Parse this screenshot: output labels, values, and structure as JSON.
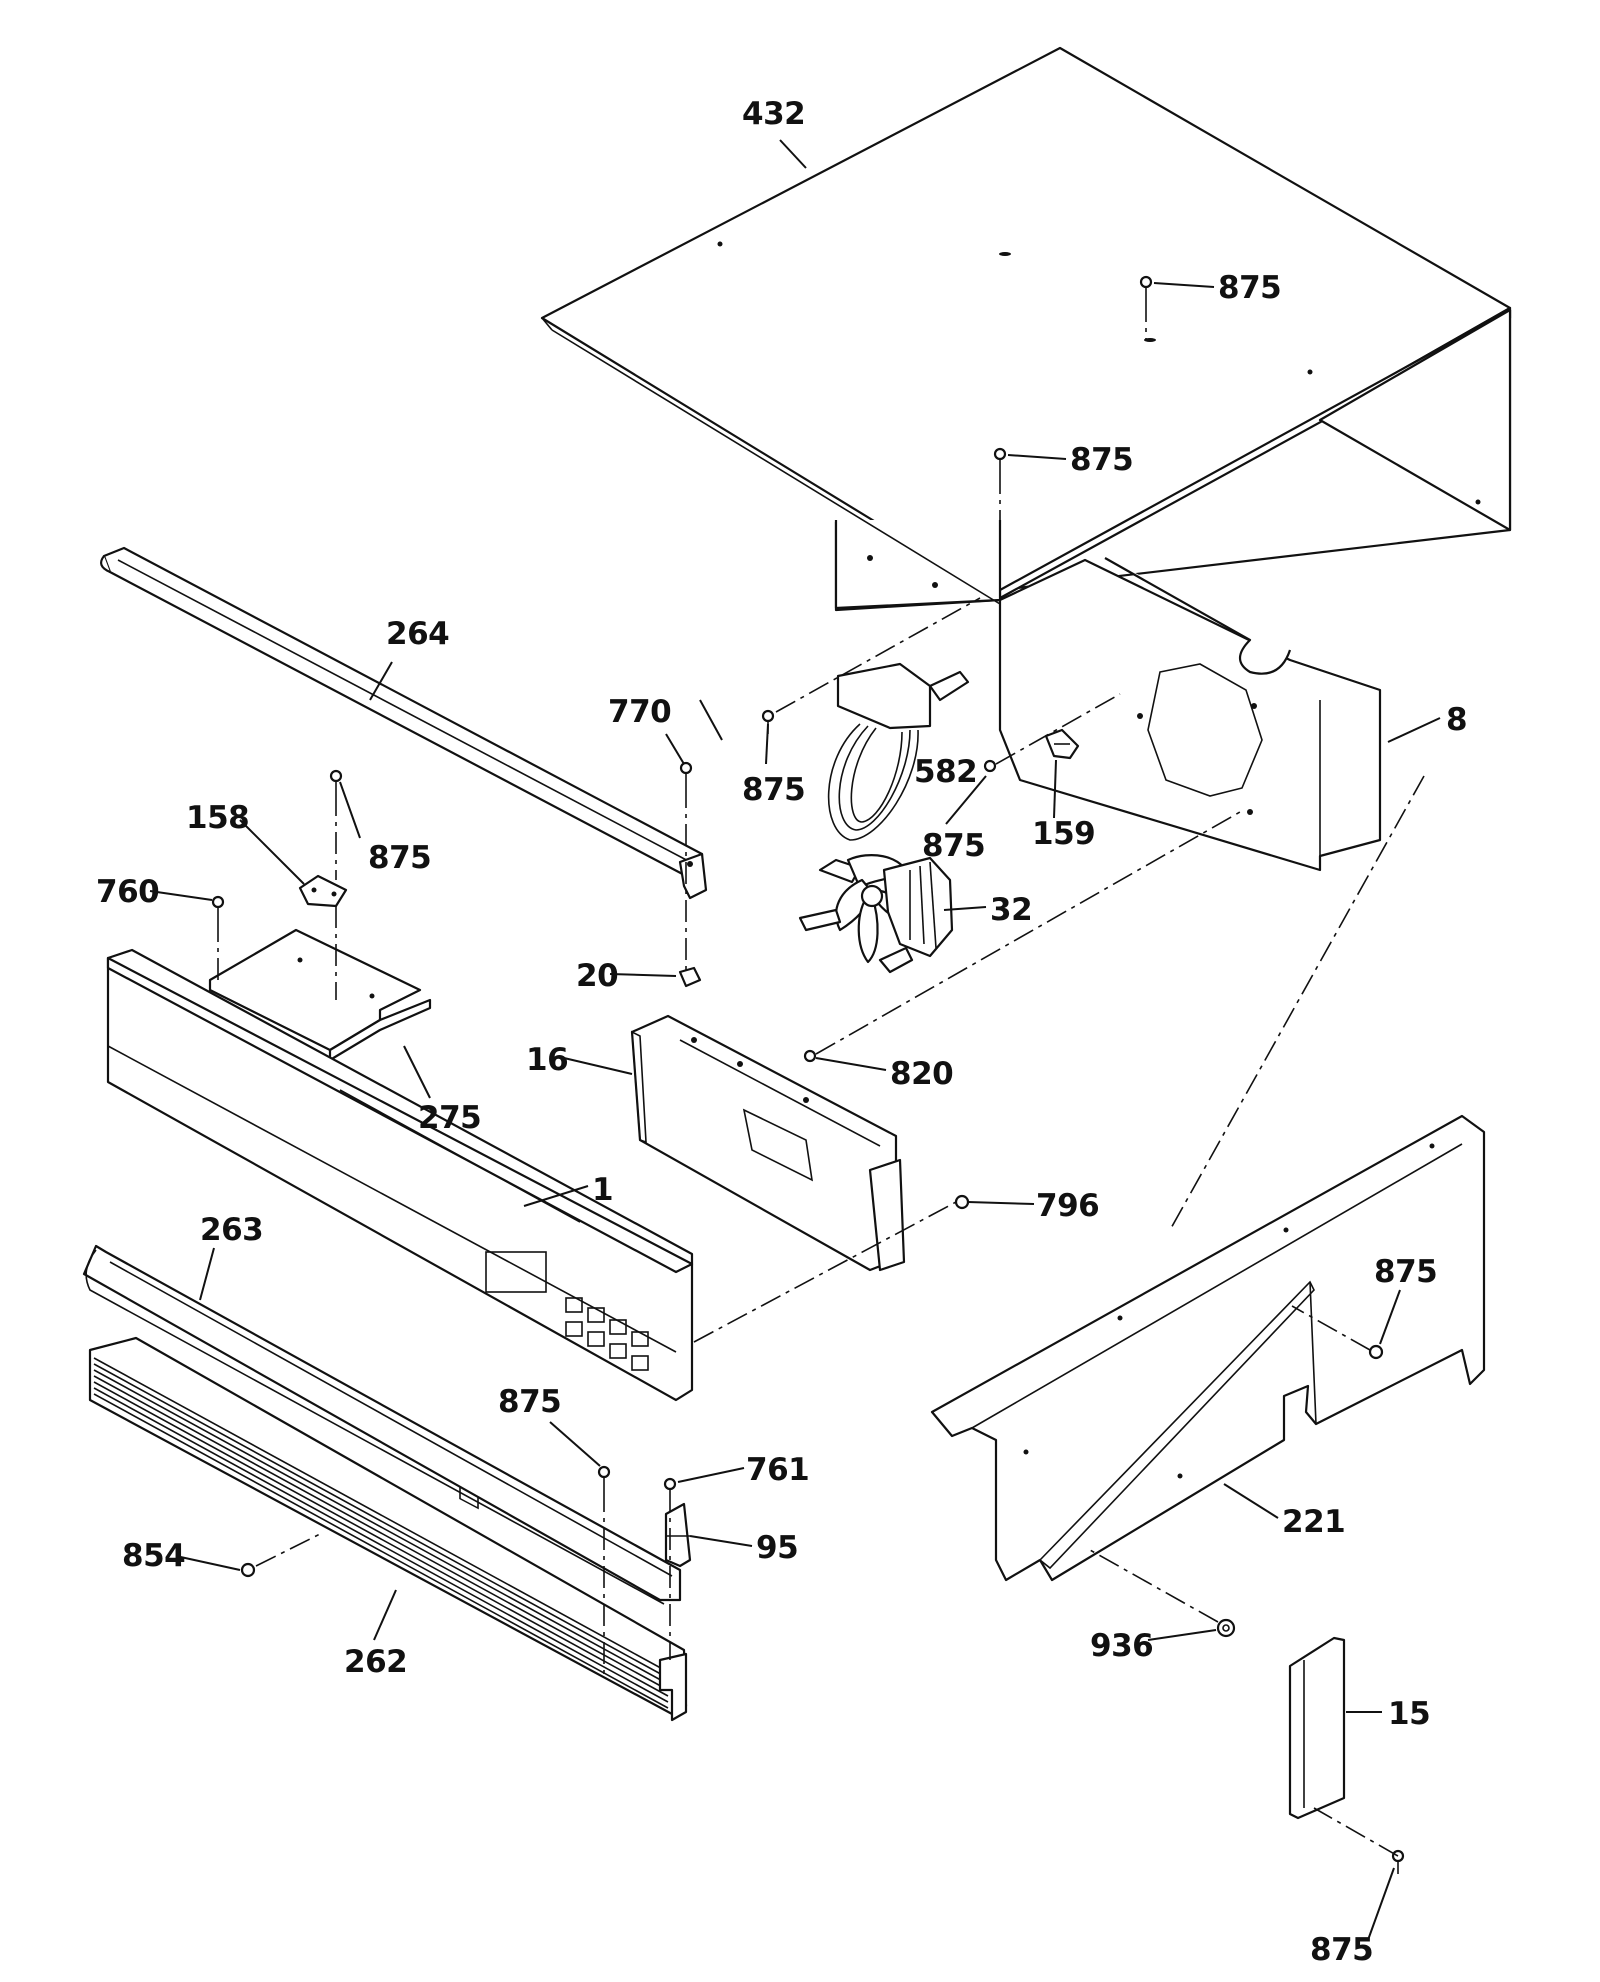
{
  "callouts": [
    {
      "id": "c432",
      "label": "432"
    },
    {
      "id": "c875a",
      "label": "875"
    },
    {
      "id": "c875b",
      "label": "875"
    },
    {
      "id": "c264",
      "label": "264"
    },
    {
      "id": "c770",
      "label": "770"
    },
    {
      "id": "c8",
      "label": "8"
    },
    {
      "id": "c875c",
      "label": "875"
    },
    {
      "id": "c582",
      "label": "582"
    },
    {
      "id": "c158",
      "label": "158"
    },
    {
      "id": "c875d",
      "label": "875"
    },
    {
      "id": "c875e",
      "label": "875"
    },
    {
      "id": "c159",
      "label": "159"
    },
    {
      "id": "c760",
      "label": "760"
    },
    {
      "id": "c32",
      "label": "32"
    },
    {
      "id": "c20",
      "label": "20"
    },
    {
      "id": "c16",
      "label": "16"
    },
    {
      "id": "c820",
      "label": "820"
    },
    {
      "id": "c275",
      "label": "275"
    },
    {
      "id": "c1",
      "label": "1"
    },
    {
      "id": "c796",
      "label": "796"
    },
    {
      "id": "c263",
      "label": "263"
    },
    {
      "id": "c875f",
      "label": "875"
    },
    {
      "id": "c875g",
      "label": "875"
    },
    {
      "id": "c761",
      "label": "761"
    },
    {
      "id": "c95",
      "label": "95"
    },
    {
      "id": "c854",
      "label": "854"
    },
    {
      "id": "c221",
      "label": "221"
    },
    {
      "id": "c262",
      "label": "262"
    },
    {
      "id": "c936",
      "label": "936"
    },
    {
      "id": "c15",
      "label": "15"
    },
    {
      "id": "c875h",
      "label": "875"
    }
  ]
}
